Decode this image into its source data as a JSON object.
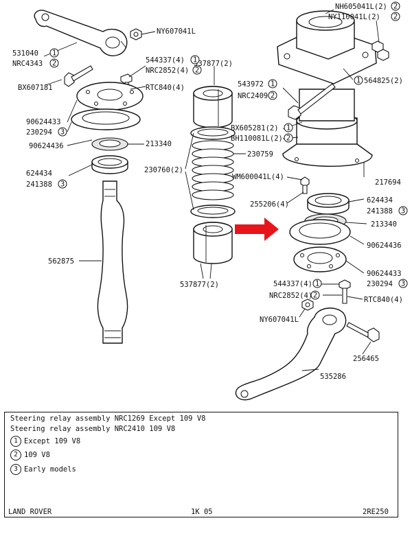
{
  "callouts": {
    "ny607041l_top": "NY607041L",
    "p531040": "531040",
    "nrc4343": "NRC4343",
    "bx607181": "BX607181",
    "p544337_top": "544337(4)",
    "nrc2852_top": "NRC2852(4)",
    "rtc840_top": "RTC840(4)",
    "p90624433_left": "90624433",
    "p230294_left": "230294",
    "p90624436_left": "90624436",
    "p213340_left": "213340",
    "p624434_left": "624434",
    "p241388_left": "241388",
    "p562875": "562875",
    "p537877_top": "537877(2)",
    "p230760": "230760(2)",
    "p230759": "230759",
    "p537877_bottom": "537877(2)",
    "nh605041l": "NH605041L(2)",
    "ny110041l": "NY110041L(2)",
    "p543972": "543972",
    "nrc2409": "NRC2409",
    "p564825": "564825(2)",
    "bx605281": "BX605281(2)",
    "bh110081l": "BH110081L(2)",
    "p217694": "217694",
    "wm600041l": "WM600041L(4)",
    "p255206": "255206(4)",
    "p624434_right": "624434",
    "p241388_right": "241388",
    "p213340_right": "213340",
    "p90624436_right": "90624436",
    "p90624433_right": "90624433",
    "p230294_right": "230294",
    "p544337_bottom": "544337(4)",
    "nrc2852_bottom": "NRC2852(4)",
    "rtc840_bottom": "RTC840(4)",
    "ny607041l_bottom": "NY607041L",
    "p256465": "256465",
    "p535286": "535286"
  },
  "markers": {
    "one": "1",
    "two": "2",
    "three": "3"
  },
  "legend": {
    "line1": "Steering relay assembly NRC1269 Except 109 V8",
    "line2": "Steering relay assembly NRC2410 109 V8",
    "note1": "Except 109 V8",
    "note2": "109 V8",
    "note3": "Early models"
  },
  "footer": {
    "brand": "LAND ROVER",
    "page": "1K 05",
    "ref": "2RE250"
  },
  "colors": {
    "arrow": "#e8141b",
    "ink": "#111111"
  }
}
